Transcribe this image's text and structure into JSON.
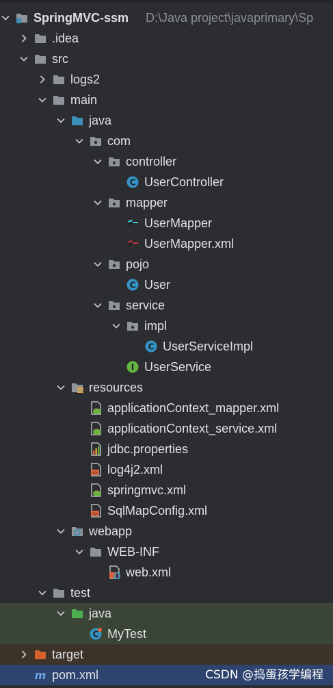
{
  "project": {
    "name": "SpringMVC-ssm",
    "path": "D:\\Java project\\javaprimary\\Sp"
  },
  "tree": [
    {
      "label": "SpringMVC-ssm",
      "kind": "project",
      "chev": "open",
      "depth": 0
    },
    {
      "label": ".idea",
      "kind": "folder",
      "chev": "closed",
      "depth": 1
    },
    {
      "label": "src",
      "kind": "folder",
      "chev": "open",
      "depth": 1
    },
    {
      "label": "logs2",
      "kind": "folder",
      "chev": "closed",
      "depth": 2
    },
    {
      "label": "main",
      "kind": "folder",
      "chev": "open",
      "depth": 2
    },
    {
      "label": "java",
      "kind": "source-folder",
      "chev": "open",
      "depth": 3
    },
    {
      "label": "com",
      "kind": "package",
      "chev": "open",
      "depth": 4
    },
    {
      "label": "controller",
      "kind": "package",
      "chev": "open",
      "depth": 5
    },
    {
      "label": "UserController",
      "kind": "class",
      "chev": "none",
      "depth": 6
    },
    {
      "label": "mapper",
      "kind": "package",
      "chev": "open",
      "depth": 5
    },
    {
      "label": "UserMapper",
      "kind": "mybatis-interface",
      "chev": "none",
      "depth": 6
    },
    {
      "label": "UserMapper.xml",
      "kind": "mybatis-xml",
      "chev": "none",
      "depth": 6
    },
    {
      "label": "pojo",
      "kind": "package",
      "chev": "open",
      "depth": 5
    },
    {
      "label": "User",
      "kind": "class",
      "chev": "none",
      "depth": 6
    },
    {
      "label": "service",
      "kind": "package",
      "chev": "open",
      "depth": 5
    },
    {
      "label": "impl",
      "kind": "package",
      "chev": "open",
      "depth": 6
    },
    {
      "label": "UserServiceImpl",
      "kind": "class",
      "chev": "none",
      "depth": 7
    },
    {
      "label": "UserService",
      "kind": "interface",
      "chev": "none",
      "depth": 6
    },
    {
      "label": "resources",
      "kind": "resources-folder",
      "chev": "open",
      "depth": 3
    },
    {
      "label": "applicationContext_mapper.xml",
      "kind": "spring-xml",
      "chev": "none",
      "depth": 4
    },
    {
      "label": "applicationContext_service.xml",
      "kind": "spring-xml",
      "chev": "none",
      "depth": 4
    },
    {
      "label": "jdbc.properties",
      "kind": "properties",
      "chev": "none",
      "depth": 4
    },
    {
      "label": "log4j2.xml",
      "kind": "xml",
      "chev": "none",
      "depth": 4
    },
    {
      "label": "springmvc.xml",
      "kind": "spring-xml",
      "chev": "none",
      "depth": 4
    },
    {
      "label": "SqlMapConfig.xml",
      "kind": "xml",
      "chev": "none",
      "depth": 4
    },
    {
      "label": "webapp",
      "kind": "web-folder",
      "chev": "open",
      "depth": 3
    },
    {
      "label": "WEB-INF",
      "kind": "folder",
      "chev": "open",
      "depth": 4
    },
    {
      "label": "web.xml",
      "kind": "web-xml",
      "chev": "none",
      "depth": 5
    },
    {
      "label": "test",
      "kind": "folder",
      "chev": "open",
      "depth": 2
    },
    {
      "label": "java",
      "kind": "test-folder",
      "chev": "open",
      "depth": 3,
      "highlight": "test"
    },
    {
      "label": "MyTest",
      "kind": "test-class",
      "chev": "none",
      "depth": 4,
      "highlight": "test"
    },
    {
      "label": "target",
      "kind": "excluded-folder",
      "chev": "closed",
      "depth": 1,
      "highlight": "target"
    },
    {
      "label": "pom.xml",
      "kind": "maven",
      "chev": "none",
      "depth": 1,
      "highlight": "selected"
    }
  ],
  "watermark": "CSDN @捣蛋孩学编程",
  "colors": {
    "background": "#2b2d30",
    "text": "#dfe1e5",
    "muted": "#8c8f94",
    "folder": "#8f949b",
    "source_folder": "#3d8fb8",
    "test_folder": "#4caf50",
    "excluded_folder": "#d4622a",
    "class_icon": "#3592c4",
    "interface_icon": "#62b543",
    "selected_row": "#2e436e"
  }
}
